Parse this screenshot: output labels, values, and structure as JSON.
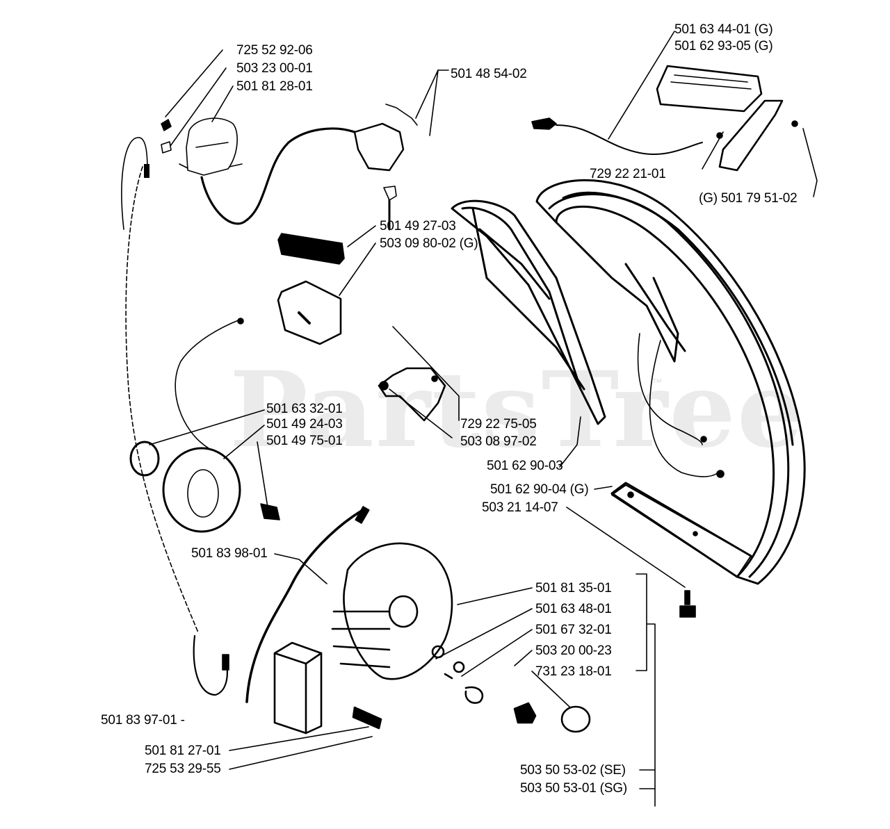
{
  "watermark": "PartsTree",
  "watermark_tm": "™",
  "parts": {
    "p725529206": "725 52 92-06",
    "p503230001": "503 23 00-01",
    "p501812801": "501 81 28-01",
    "p501485402": "501 48 54-02",
    "p501634401g": "501 63 44-01 (G)",
    "p501629305g": "501 62 93-05 (G)",
    "p729222101": "729 22 21-01",
    "p501795102g": "(G) 501 79 51-02",
    "p501492703": "501 49 27-03",
    "p503098002g": "503 09 80-02 (G)",
    "p501633201": "501 63 32-01",
    "p501492403": "501 49 24-03",
    "p501497501": "501 49 75-01",
    "p729227505": "729 22 75-05",
    "p503089702": "503 08 97-02",
    "p501629003": "501 62 90-03",
    "p501629004g": "501 62 90-04 (G)",
    "p503211407": "503 21 14-07",
    "p501839801": "501 83 98-01",
    "p501813501": "501 81 35-01",
    "p501634801": "501 63 48-01",
    "p501673201": "501 67 32-01",
    "p503200023": "503 20 00-23",
    "p731231801": "731 23 18-01",
    "p501839701": "501 83 97-01 -",
    "p501812701": "501 81 27-01",
    "p725532955": "725 53 29-55",
    "p503505302se": "503 50 53-02 (SE)",
    "p503505301sg": "503 50 53-01 (SG)"
  }
}
